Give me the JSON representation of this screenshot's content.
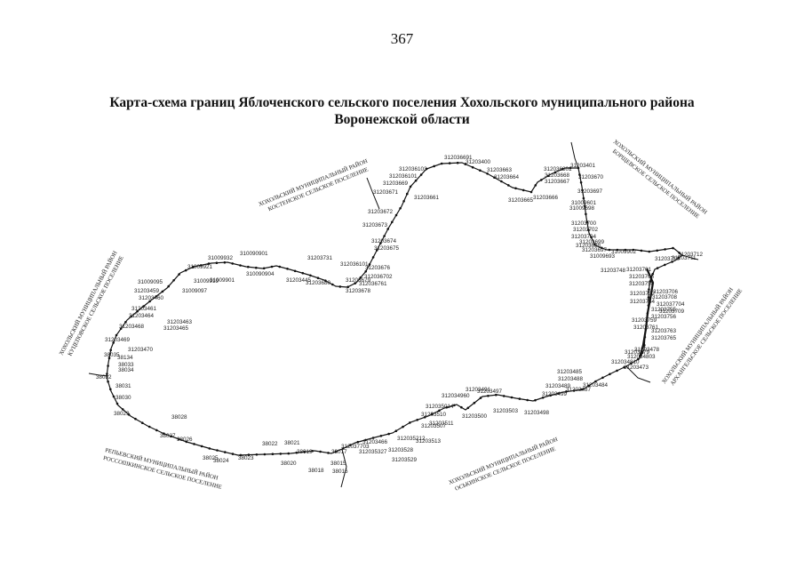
{
  "page_number": "367",
  "title_line1": "Карта-схема границ Яблоченского сельского поселения Хохольского муниципального района",
  "title_line2": "Воронежской области",
  "neighbors": {
    "north": {
      "line1": "ХОХОЛЬСКИЙ МУНИЦИПАЛЬНЫЙ РАЙОН",
      "line2": "КОСТЕНСКОЕ СЕЛЬСКОЕ ПОСЕЛЕНИЕ"
    },
    "northeast": {
      "line1": "ХОХОЛЬСКИЙ МУНИЦИПАЛЬНЫЙ РАЙОН",
      "line2": "БОРЩЕВСКОЕ СЕЛЬСКОЕ ПОСЕЛЕНИЕ"
    },
    "west": {
      "line1": "ХОХОЛЬСКИЙ МУНИЦИПАЛЬНЫЙ РАЙОН",
      "line2": "КУЦЕПОВСКОЕ СЕЛЬСКОЕ ПОСЕЛЕНИЕ"
    },
    "east": {
      "line1": "ХОХОЛЬСКИЙ МУНИЦИПАЛЬНЫЙ РАЙОН",
      "line2": "АРХАНГЕЛЬСКОЕ СЕЛЬСКОЕ ПОСЕЛЕНИЕ"
    },
    "southwest": {
      "line1": "РЕПЬЕВСКИЙ МУНИЦИПАЛЬНЫЙ РАЙОН",
      "line2": "РОССОШКИНСКОЕ СЕЛЬСКОЕ ПОСЕЛЕНИЕ"
    },
    "south": {
      "line1": "ХОХОЛЬСКИЙ МУНИЦИПАЛЬНЫЙ РАЙОН",
      "line2": "ОСЬКИНСКОЕ СЕЛЬСКОЕ ПОСЕЛЕНИЕ"
    }
  },
  "point_labels": [
    "312036691",
    "31203400",
    "31203663",
    "31203664",
    "31203665",
    "31203666",
    "31203667",
    "31203668",
    "312036801",
    "31203401",
    "31203670",
    "31203697",
    "31009601",
    "31009698",
    "312036103",
    "312036101",
    "31203669",
    "31203661",
    "31203671",
    "31203672",
    "31203673",
    "31203674",
    "31203675",
    "31203676",
    "312036702",
    "312036761",
    "31203678",
    "31203679",
    "31203680",
    "312036101",
    "31203731",
    "31203445",
    "310090904",
    "31009901",
    "31009919",
    "31009932",
    "310090901",
    "31009921",
    "31009095",
    "31009097",
    "31203459",
    "31203460",
    "31203461",
    "31203464",
    "31203463",
    "31203465",
    "31203468",
    "31203469",
    "31203470",
    "38035",
    "38134",
    "38033",
    "38034",
    "38032",
    "38031",
    "38030",
    "38029",
    "38028",
    "38027",
    "38026",
    "38025",
    "38024",
    "38023",
    "38022",
    "38021",
    "38020",
    "38019",
    "38018",
    "38017",
    "38016",
    "38015",
    "312037703",
    "31203466",
    "312035327",
    "31203528",
    "31203529",
    "312035212",
    "31203513",
    "31203511",
    "31203507",
    "31203510",
    "312035014",
    "312034960",
    "31203491",
    "31203497",
    "31203500",
    "31203503",
    "31203498",
    "31203499",
    "31203489",
    "31203488",
    "31203485",
    "31203484",
    "31203487",
    "31203473",
    "312034810",
    "31203479",
    "312034803",
    "31203478",
    "31203765",
    "31203763",
    "31203761",
    "31203759",
    "31203756",
    "31203755",
    "31203754",
    "31203752",
    "31203750",
    "31203748",
    "31203700",
    "31203702",
    "31203704",
    "31203699",
    "31203698",
    "31203697",
    "31009693",
    "31009902",
    "31203701",
    "31203705",
    "31203706",
    "31203708",
    "312037704",
    "31203709",
    "31203710",
    "31203711",
    "31203712"
  ],
  "colors": {
    "line": "#111111",
    "text": "#111111",
    "background": "#ffffff"
  }
}
